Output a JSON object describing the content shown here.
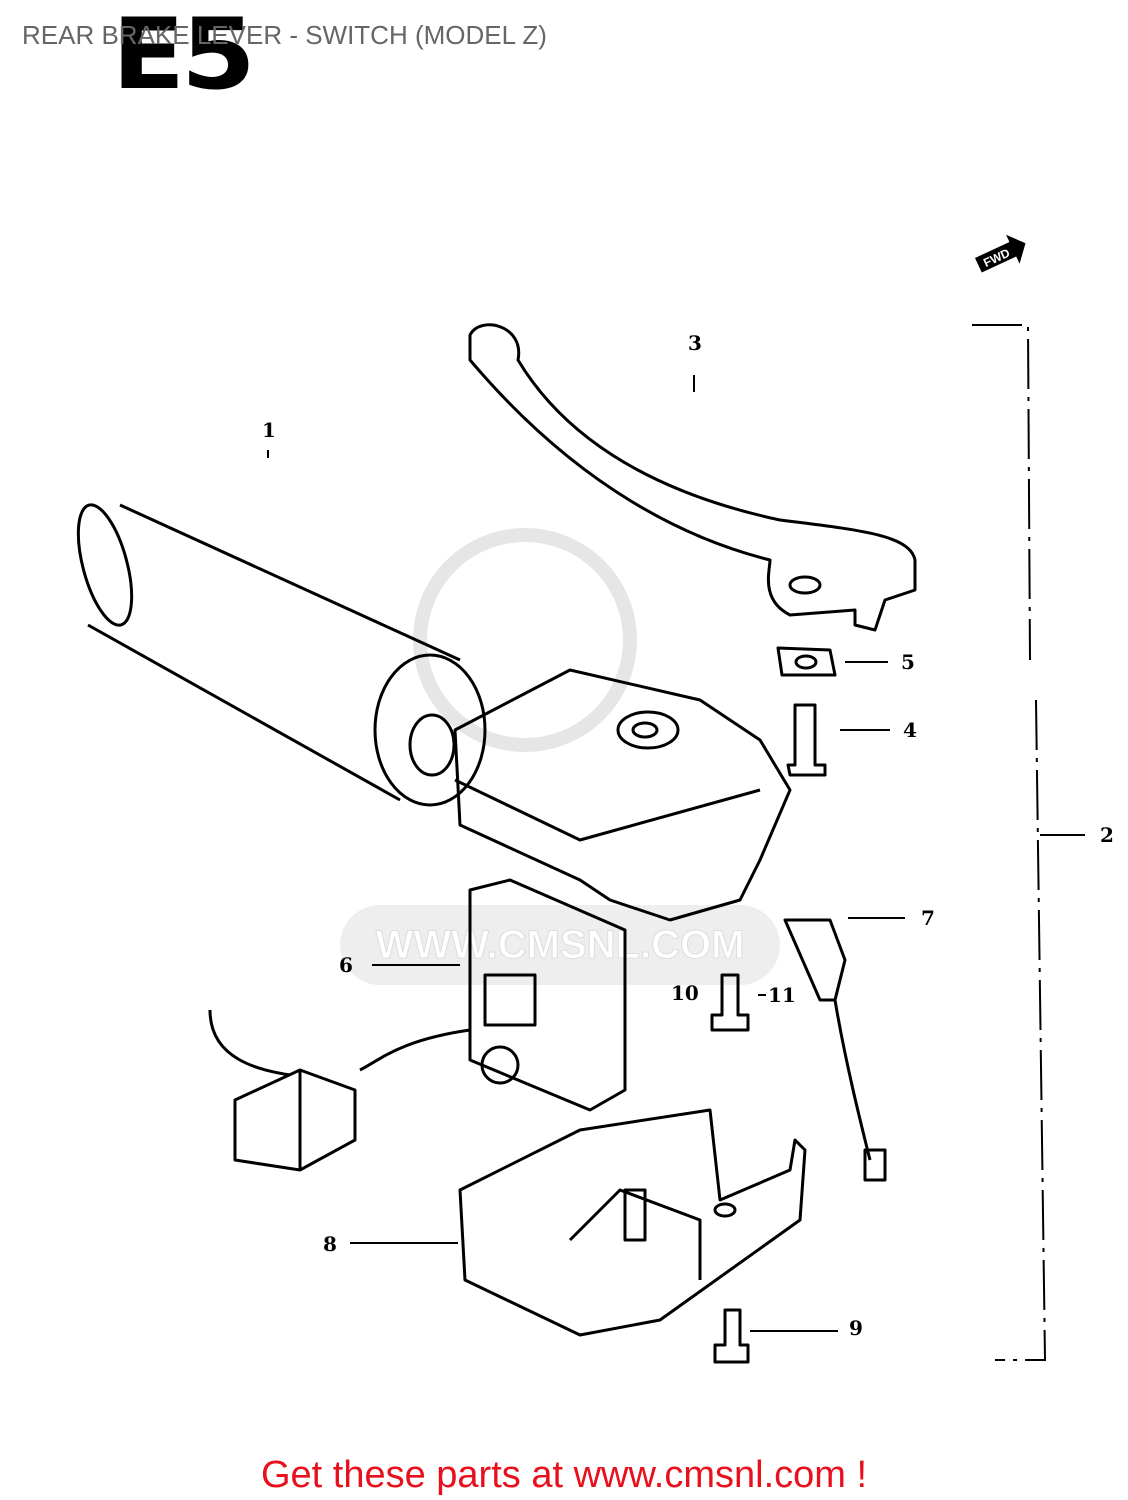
{
  "header": {
    "title": "REAR BRAKE LEVER - SWITCH (MODEL Z)",
    "section_code": "E5"
  },
  "diagram": {
    "direction_badge": "FWD",
    "watermark": "WWW.CMSNL.COM",
    "callouts": [
      "1",
      "2",
      "3",
      "4",
      "5",
      "6",
      "7",
      "8",
      "9",
      "10",
      "11"
    ]
  },
  "footer": {
    "text": "Get these parts at www.cmsnl.com !"
  },
  "colors": {
    "title": "#666666",
    "footer": "#e8101c",
    "lines": "#000000"
  }
}
